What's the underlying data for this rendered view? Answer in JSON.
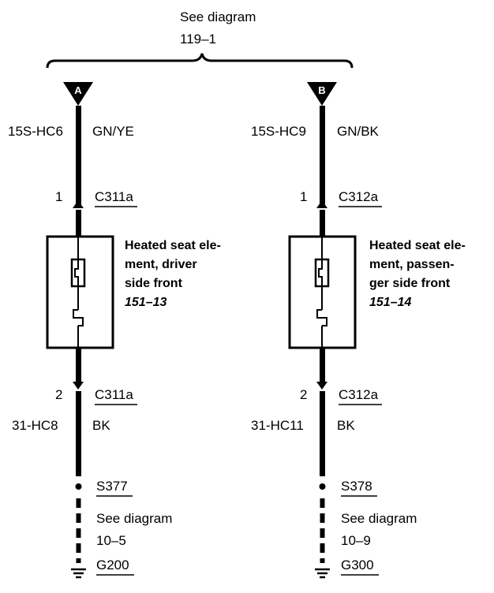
{
  "header": {
    "line1": "See diagram",
    "line2": "119–1"
  },
  "circuits": [
    {
      "connector_letter": "A",
      "wire_top_code": "15S-HC6",
      "wire_top_color": "GN/YE",
      "pin_top": "1",
      "connector_top": "C311a",
      "component_lines": [
        "Heated seat ele-",
        "ment, driver",
        "side front"
      ],
      "component_ref": "151–13",
      "pin_bottom": "2",
      "connector_bottom": "C311a",
      "wire_bottom_code": "31-HC8",
      "wire_bottom_color": "BK",
      "splice": "S377",
      "see_line1": "See diagram",
      "see_line2": "10–5",
      "ground": "G200"
    },
    {
      "connector_letter": "B",
      "wire_top_code": "15S-HC9",
      "wire_top_color": "GN/BK",
      "pin_top": "1",
      "connector_top": "C312a",
      "component_lines": [
        "Heated seat ele-",
        "ment, passen-",
        "ger side front"
      ],
      "component_ref": "151–14",
      "pin_bottom": "2",
      "connector_bottom": "C312a",
      "wire_bottom_code": "31-HC11",
      "wire_bottom_color": "BK",
      "splice": "S378",
      "see_line1": "See diagram",
      "see_line2": "10–9",
      "ground": "G300"
    }
  ]
}
